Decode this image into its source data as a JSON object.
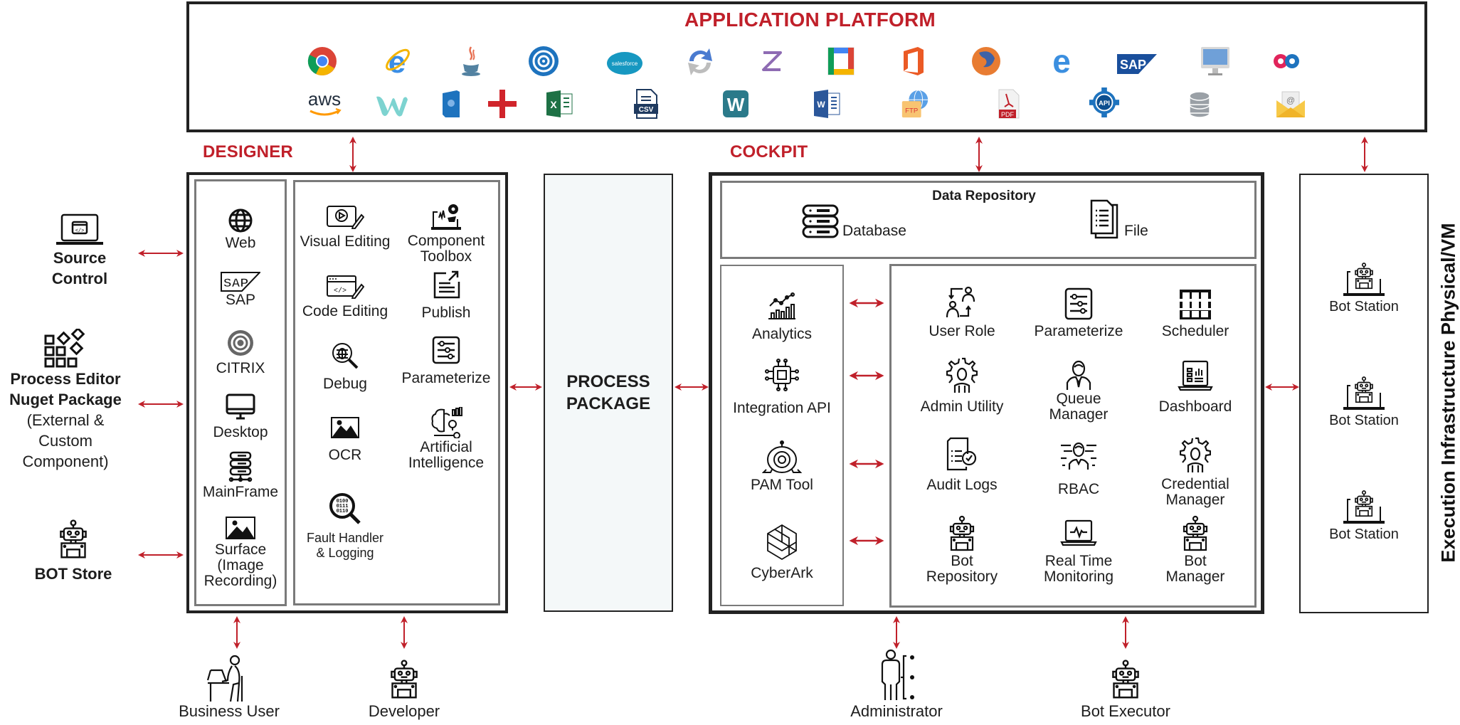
{
  "application_platform": {
    "title": "APPLICATION PLATFORM",
    "apps_row1": [
      "Google Chrome",
      "Internet Explorer",
      "Java",
      "Citrix",
      "Salesforce",
      "Refresh/Sync",
      "Zoho Z",
      "Google Workspace",
      "Microsoft Office",
      "Firefox",
      "Microsoft Edge",
      "SAP",
      "Desktop Monitor",
      "Flickr"
    ],
    "apps_row2": [
      "AWS",
      "Wattpad W",
      "Outlook Blue",
      "Red Cross Plus",
      "Excel",
      "CSV",
      "W App",
      "Word",
      "FTP",
      "PDF",
      "API",
      "Database",
      "Email"
    ],
    "labels": {
      "aws": "aws",
      "salesforce": "salesforce",
      "sap": "SAP",
      "csv": "CSV",
      "w": "W",
      "word": "W",
      "ftp": "FTP",
      "pdf": "PDF",
      "api": "API",
      "email": "@"
    }
  },
  "designer": {
    "title": "DESIGNER",
    "technologies": [
      {
        "label": "Web",
        "icon": "globe-icon"
      },
      {
        "label": "SAP",
        "icon": "sap-icon"
      },
      {
        "label": "CITRIX",
        "icon": "citrix-icon"
      },
      {
        "label": "Desktop",
        "icon": "desktop-icon"
      },
      {
        "label": "MainFrame",
        "icon": "mainframe-icon"
      },
      {
        "label": "Surface\n(Image\nRecording)",
        "lines": [
          "Surface",
          "(Image",
          "Recording)"
        ],
        "icon": "image-icon"
      }
    ],
    "features": [
      {
        "label": "Visual Editing",
        "lines": [
          "Visual Editing"
        ],
        "icon": "visual-editing-icon"
      },
      {
        "label": "Component Toolbox",
        "lines": [
          "Component",
          "Toolbox"
        ],
        "icon": "component-toolbox-icon"
      },
      {
        "label": "Code Editing",
        "lines": [
          "Code Editing"
        ],
        "icon": "code-editing-icon"
      },
      {
        "label": "Publish",
        "lines": [
          "Publish"
        ],
        "icon": "publish-icon"
      },
      {
        "label": "Debug",
        "lines": [
          "Debug"
        ],
        "icon": "debug-icon"
      },
      {
        "label": "Parameterize",
        "lines": [
          "Parameterize"
        ],
        "icon": "parameterize-icon"
      },
      {
        "label": "OCR",
        "lines": [
          "OCR"
        ],
        "icon": "ocr-icon"
      },
      {
        "label": "Artificial Intelligence",
        "lines": [
          "Artificial",
          "Intelligence"
        ],
        "icon": "ai-icon"
      },
      {
        "label": "Fault Handler & Logging",
        "lines": [
          "Fault Handler",
          "& Logging"
        ],
        "icon": "fault-handler-icon"
      }
    ]
  },
  "left_sources": [
    {
      "lines": [
        "Source",
        "Control"
      ],
      "icon": "laptop-code-icon"
    },
    {
      "lines_bold": [
        "Process Editor",
        "Nuget Package"
      ],
      "lines": [
        "(External &",
        "Custom",
        "Component)"
      ],
      "icon": "packages-icon"
    },
    {
      "lines": [
        "BOT Store"
      ],
      "icon": "robot-icon"
    }
  ],
  "process_package": {
    "lines": [
      "PROCESS",
      "PACKAGE"
    ]
  },
  "cockpit": {
    "title": "COCKPIT",
    "data_repository": {
      "title": "Data Repository",
      "items": [
        {
          "label": "Database",
          "icon": "database-icon"
        },
        {
          "label": "File",
          "icon": "file-icon"
        }
      ]
    },
    "integrations": [
      {
        "lines": [
          "Analytics"
        ],
        "icon": "analytics-icon"
      },
      {
        "lines": [
          "Integration API"
        ],
        "icon": "integration-api-icon"
      },
      {
        "lines": [
          "PAM Tool"
        ],
        "icon": "pam-tool-icon"
      },
      {
        "lines": [
          "CyberArk"
        ],
        "icon": "cyberark-icon"
      }
    ],
    "modules": [
      {
        "lines": [
          "User Role"
        ],
        "icon": "user-role-icon"
      },
      {
        "lines": [
          "Parameterize"
        ],
        "icon": "parameterize-icon"
      },
      {
        "lines": [
          "Scheduler"
        ],
        "icon": "scheduler-icon"
      },
      {
        "lines": [
          "Admin Utility"
        ],
        "icon": "admin-utility-icon"
      },
      {
        "lines": [
          "Queue",
          "Manager"
        ],
        "icon": "queue-manager-icon"
      },
      {
        "lines": [
          "Dashboard"
        ],
        "icon": "dashboard-icon"
      },
      {
        "lines": [
          "Audit Logs"
        ],
        "icon": "audit-logs-icon"
      },
      {
        "lines": [
          "RBAC"
        ],
        "icon": "rbac-icon"
      },
      {
        "lines": [
          "Credential",
          "Manager"
        ],
        "icon": "credential-manager-icon"
      },
      {
        "lines": [
          "Bot",
          "Repository"
        ],
        "icon": "bot-repository-icon"
      },
      {
        "lines": [
          "Real Time",
          "Monitoring"
        ],
        "icon": "monitoring-icon"
      },
      {
        "lines": [
          "Bot",
          "Manager"
        ],
        "icon": "bot-manager-icon"
      }
    ]
  },
  "execution": {
    "title": "Execution Infrastructure Physical/VM",
    "stations": [
      {
        "label": "Bot Station"
      },
      {
        "label": "Bot Station"
      },
      {
        "label": "Bot Station"
      }
    ]
  },
  "actors": [
    {
      "label": "Business User",
      "icon": "business-user-icon"
    },
    {
      "label": "Developer",
      "icon": "robot-icon"
    },
    {
      "label": "Administrator",
      "icon": "administrator-icon"
    },
    {
      "label": "Bot Executor",
      "icon": "robot-icon"
    }
  ],
  "colors": {
    "accent": "#c0202a",
    "border_dark": "#222222",
    "border_gray": "#7a7a7a",
    "package_bg": "#f4f8f9"
  }
}
